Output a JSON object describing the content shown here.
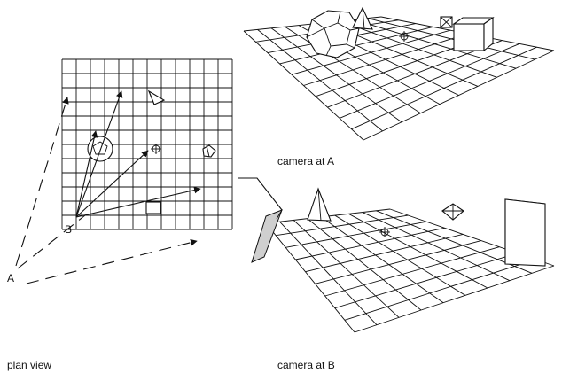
{
  "labels": {
    "plan_view": "plan view",
    "camera_a": "camera at A",
    "camera_b": "camera at B",
    "point_a": "A",
    "point_b": "B"
  },
  "colors": {
    "ink": "#111111",
    "background": "#ffffff",
    "shade": "#cfcfcf"
  }
}
